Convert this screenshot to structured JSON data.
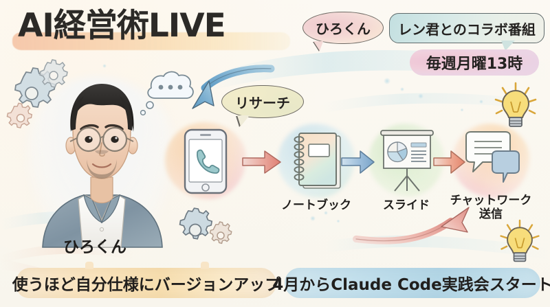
{
  "meta": {
    "style": "watercolor hand-drawn japanese promo graphic",
    "background_color": "#fbf8f1"
  },
  "title": {
    "text": "AI経営術LIVE",
    "highlight_color": "#f3b996"
  },
  "bubbles": {
    "host_nickname": "ひろくん",
    "collab": "レン君とのコラボ番組",
    "schedule": "毎週月曜13時",
    "research": "リサーチ"
  },
  "portrait": {
    "name_label": "ひろくん",
    "alt": "watercolor portrait of man with round glasses and grey blazer"
  },
  "workflow": {
    "steps": [
      {
        "icon": "smartphone-icon",
        "label": ""
      },
      {
        "icon": "notebook-icon",
        "label": "ノートブック"
      },
      {
        "icon": "slide-presentation-icon",
        "label": "スライド"
      },
      {
        "icon": "chat-bubbles-icon",
        "label": "チャットワーク\n送信"
      }
    ],
    "chat_label_line1": "チャットワーク",
    "chat_label_line2": "送信",
    "arrow_colors": [
      "#e28b85",
      "#7fa8c9",
      "#e8917c"
    ]
  },
  "banners": {
    "left": "使うほど自分仕様にバージョンアップ",
    "right": "4月からClaude Code実践会スタート",
    "left_color": "#f6dcab",
    "right_color": "#afd4e5"
  },
  "decorations": {
    "gears": [
      "gear-icon",
      "gear-icon",
      "gear-icon",
      "gear-icon",
      "gear-icon"
    ],
    "lightbulbs": [
      "lightbulb-icon",
      "lightbulb-icon"
    ],
    "thought_bubble": "thought-bubble-icon",
    "curved_arrows": [
      "curved-arrow-blue",
      "curved-arrow-pink"
    ]
  }
}
